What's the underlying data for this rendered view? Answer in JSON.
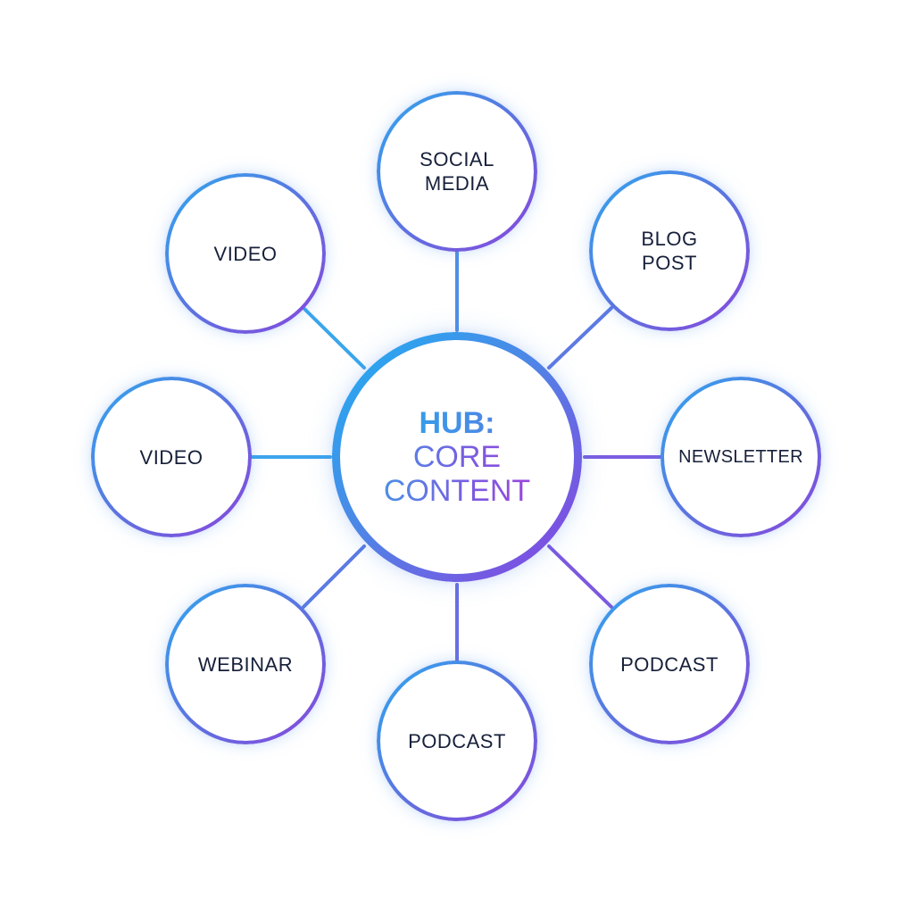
{
  "diagram": {
    "hub": {
      "title": "HUB:",
      "subtitle": "CORE\nCONTENT"
    },
    "spokes": {
      "top": "SOCIAL\nMEDIA",
      "top_right": "BLOG\nPOST",
      "right": "NEWSLETTER",
      "bottom_right": "PODCAST",
      "bottom": "PODCAST",
      "bottom_left": "WEBINAR",
      "left": "VIDEO",
      "top_left": "VIDEO"
    },
    "colors": {
      "accent_blue": "#2fa8ee",
      "accent_purple": "#8a45dc",
      "text": "#17203a"
    }
  }
}
